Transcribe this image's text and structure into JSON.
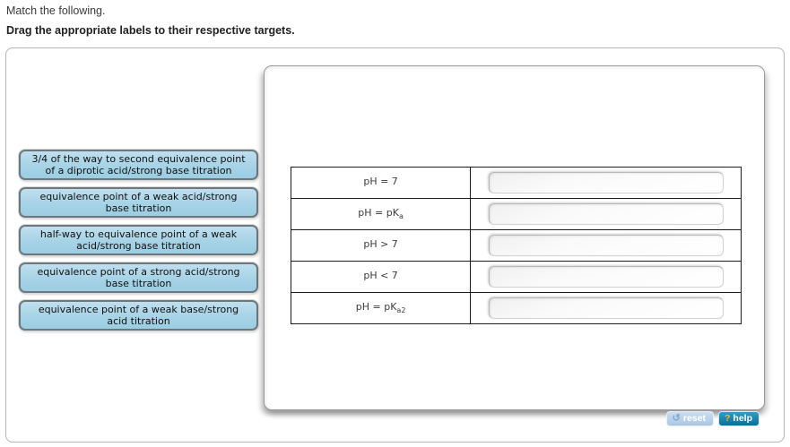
{
  "prompt": "Match the following.",
  "instruction": "Drag the appropriate labels to their respective targets.",
  "drag_labels": [
    "3/4 of the way to second equivalence point of a diprotic acid/strong base titration",
    "equivalence point of a weak acid/strong base titration",
    "half-way to equivalence point of a weak acid/strong base titration",
    "equivalence point of a strong acid/strong base titration",
    "equivalence point of a weak base/strong acid titration"
  ],
  "table": {
    "rows": [
      {
        "label": "pH = 7",
        "sub": ""
      },
      {
        "label": "pH = pK",
        "sub": "a"
      },
      {
        "label": "pH > 7",
        "sub": ""
      },
      {
        "label": "pH < 7",
        "sub": ""
      },
      {
        "label": "pH = pK",
        "sub": "a2"
      }
    ]
  },
  "controls": {
    "reset_icon": "↺",
    "reset_label": "reset",
    "help_icon": "?",
    "help_label": "help"
  },
  "colors": {
    "drag_label_fill": "#a6d3e6",
    "drag_label_border": "#6d787e",
    "table_border": "#1c1c1c",
    "reset_button_fill": "#aac8e2",
    "help_button_fill": "#0d6d99",
    "help_question_mark": "#ffb21a"
  }
}
